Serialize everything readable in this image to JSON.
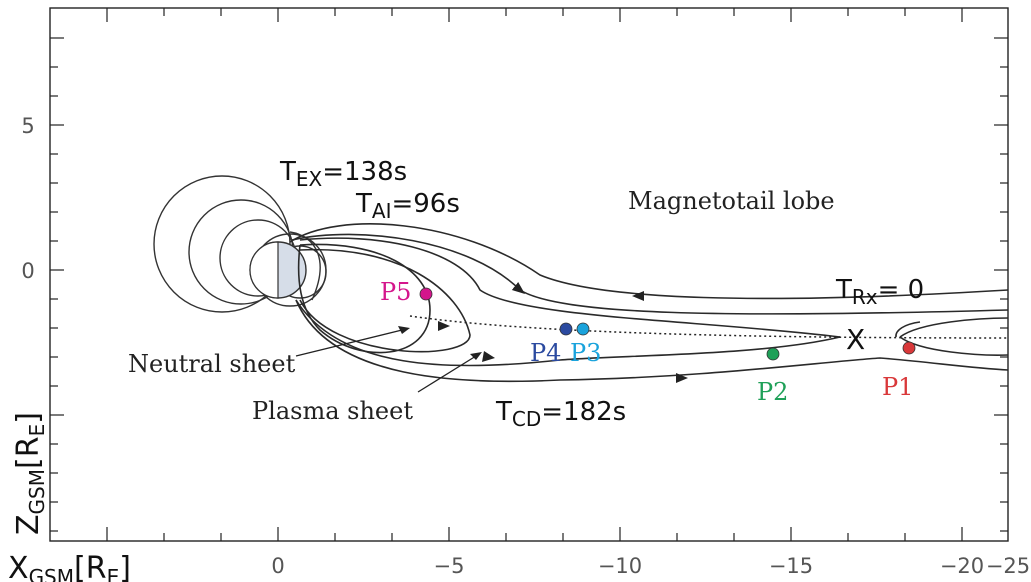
{
  "axes": {
    "x_label_main": "X",
    "x_label_sub": "GSM",
    "x_label_unit": "[R",
    "x_label_unit_sub": "E",
    "x_label_close": "]",
    "y_label_main": "Z",
    "y_label_sub": "GSM",
    "y_label_unit": "[R",
    "y_label_unit_sub": "E",
    "y_label_close": "]",
    "x_ticks": [
      "0",
      "−5",
      "−10",
      "−15",
      "−20",
      "−25"
    ],
    "y_ticks": [
      "5",
      "0"
    ]
  },
  "timings": {
    "tex_main": "T",
    "tex_sub": "EX",
    "tex_val": "=138s",
    "tai_main": "T",
    "tai_sub": "AI",
    "tai_val": "=96s",
    "trx_main": "T",
    "trx_sub": "Rx",
    "trx_val": "= 0",
    "tcd_main": "T",
    "tcd_sub": "CD",
    "tcd_val": "=182s"
  },
  "labels": {
    "lobe": "Magnetotail lobe",
    "neutral_sheet": "Neutral sheet",
    "plasma_sheet": "Plasma sheet",
    "x_point": "X"
  },
  "probes": [
    {
      "id": "P1",
      "label": "P1",
      "color": "#d9383a"
    },
    {
      "id": "P2",
      "label": "P2",
      "color": "#1fa058"
    },
    {
      "id": "P3",
      "label": "P3",
      "color": "#1aa3dc"
    },
    {
      "id": "P4",
      "label": "P4",
      "color": "#2b4aa0"
    },
    {
      "id": "P5",
      "label": "P5",
      "color": "#d4168c"
    }
  ]
}
